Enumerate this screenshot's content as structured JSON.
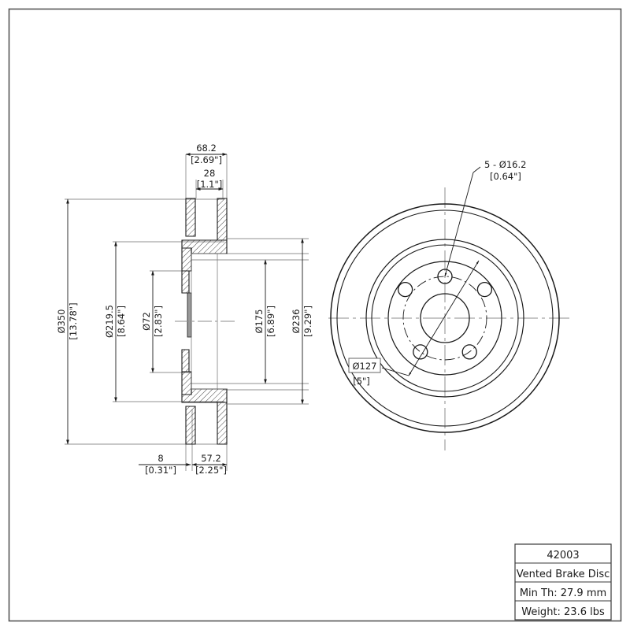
{
  "drawing": {
    "type": "engineering-drawing",
    "subject": "Vented Brake Disc (Brake Rotor)",
    "views": {
      "section": "cross-section side view (left)",
      "face": "front circular view (right)"
    }
  },
  "dimensions": {
    "overall_width": {
      "metric": "68.2",
      "imperial": "[2.69\"]"
    },
    "hat_width": {
      "metric": "28",
      "imperial": "[1.1\"]"
    },
    "outer_diameter": {
      "metric": "Ø350",
      "imperial": "[13.78\"]"
    },
    "inner_ring_diameter": {
      "metric": "Ø219.5",
      "imperial": "[8.64\"]"
    },
    "center_bore": {
      "metric": "Ø72",
      "imperial": "[2.83\"]"
    },
    "mid_diameter": {
      "metric": "Ø175",
      "imperial": "[6.89\"]"
    },
    "friction_diameter": {
      "metric": "Ø236",
      "imperial": "[9.29\"]"
    },
    "plate_thickness": {
      "metric": "8",
      "imperial": "[0.31\"]"
    },
    "offset": {
      "metric": "57.2",
      "imperial": "[2.25\"]"
    },
    "bolt_holes": {
      "metric": "5 - Ø16.2",
      "imperial": "[0.64\"]"
    },
    "bolt_circle": {
      "metric": "Ø127",
      "imperial": "[5\"]"
    }
  },
  "title_block": {
    "part_number": "42003",
    "description": "Vented Brake Disc",
    "min_thickness": "Min Th: 27.9 mm",
    "weight": "Weight: 23.6 lbs"
  },
  "colors": {
    "line": "#1a1a1a",
    "thin_line": "#555555",
    "background": "#ffffff",
    "border": "#444444"
  }
}
